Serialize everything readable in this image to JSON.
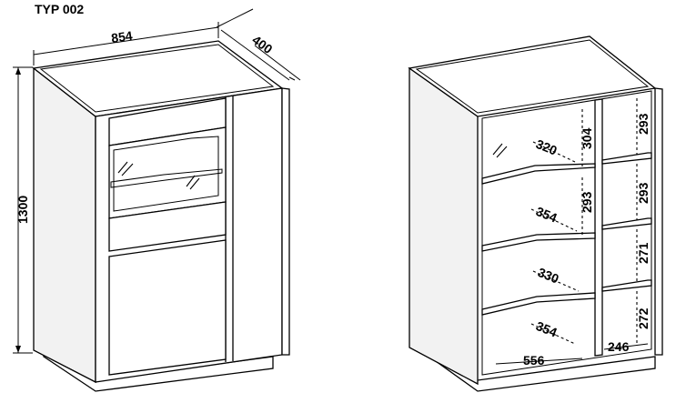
{
  "title": "TYP 002",
  "dimensions": {
    "width": "854",
    "depth": "400",
    "height": "1300"
  },
  "inner": {
    "left_shelves": [
      "320",
      "354",
      "330",
      "354"
    ],
    "left_heights": [
      "304",
      "293"
    ],
    "bottom_width": "556",
    "right_width": "246",
    "right_heights": [
      "293",
      "293",
      "271",
      "272"
    ]
  }
}
